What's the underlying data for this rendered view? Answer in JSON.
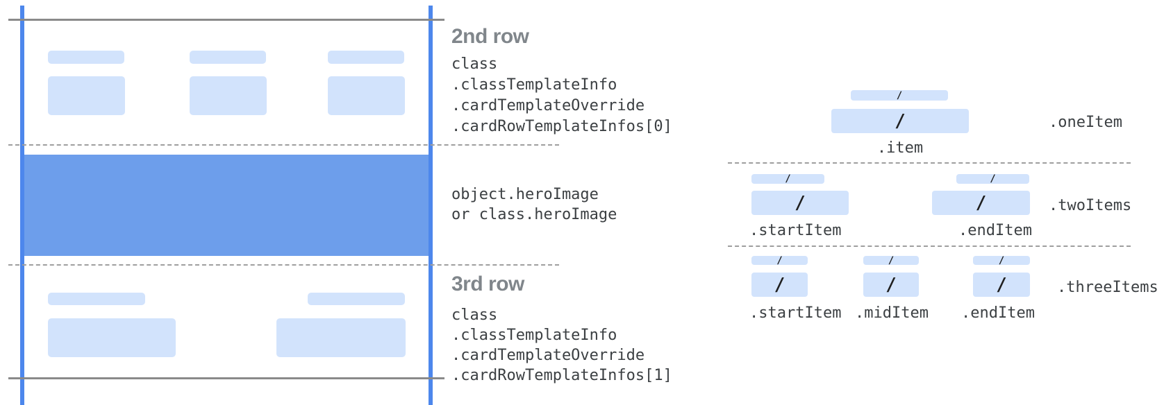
{
  "diagram": {
    "left_card": {
      "row2": {
        "heading": "2nd row",
        "code_lines": [
          "class",
          ".classTemplateInfo",
          ".cardTemplateOverride",
          ".cardRowTemplateInfos[0]"
        ]
      },
      "hero": {
        "code_lines": [
          "object.heroImage",
          "or class.heroImage"
        ]
      },
      "row3": {
        "heading": "3rd row",
        "code_lines": [
          "class",
          ".classTemplateInfo",
          ".cardTemplateOverride",
          ".cardRowTemplateInfos[1]"
        ]
      }
    },
    "right_rows": {
      "slash": "/",
      "one": {
        "row_label": ".oneItem",
        "item_labels": [
          ".item"
        ]
      },
      "two": {
        "row_label": ".twoItems",
        "item_labels": [
          ".startItem",
          ".endItem"
        ]
      },
      "three": {
        "row_label": ".threeItems",
        "item_labels": [
          ".startItem",
          ".midItem",
          ".endItem"
        ]
      }
    }
  },
  "colors": {
    "chip_fill": "#d2e3fc",
    "hero_fill": "#6d9eeb",
    "guide_line_blue": "#4d87ec",
    "solid_line_gray": "#8a8a8a",
    "dashed_line_gray": "#9e9e9e",
    "heading_gray": "#80868b",
    "code_text": "#3c4043"
  }
}
